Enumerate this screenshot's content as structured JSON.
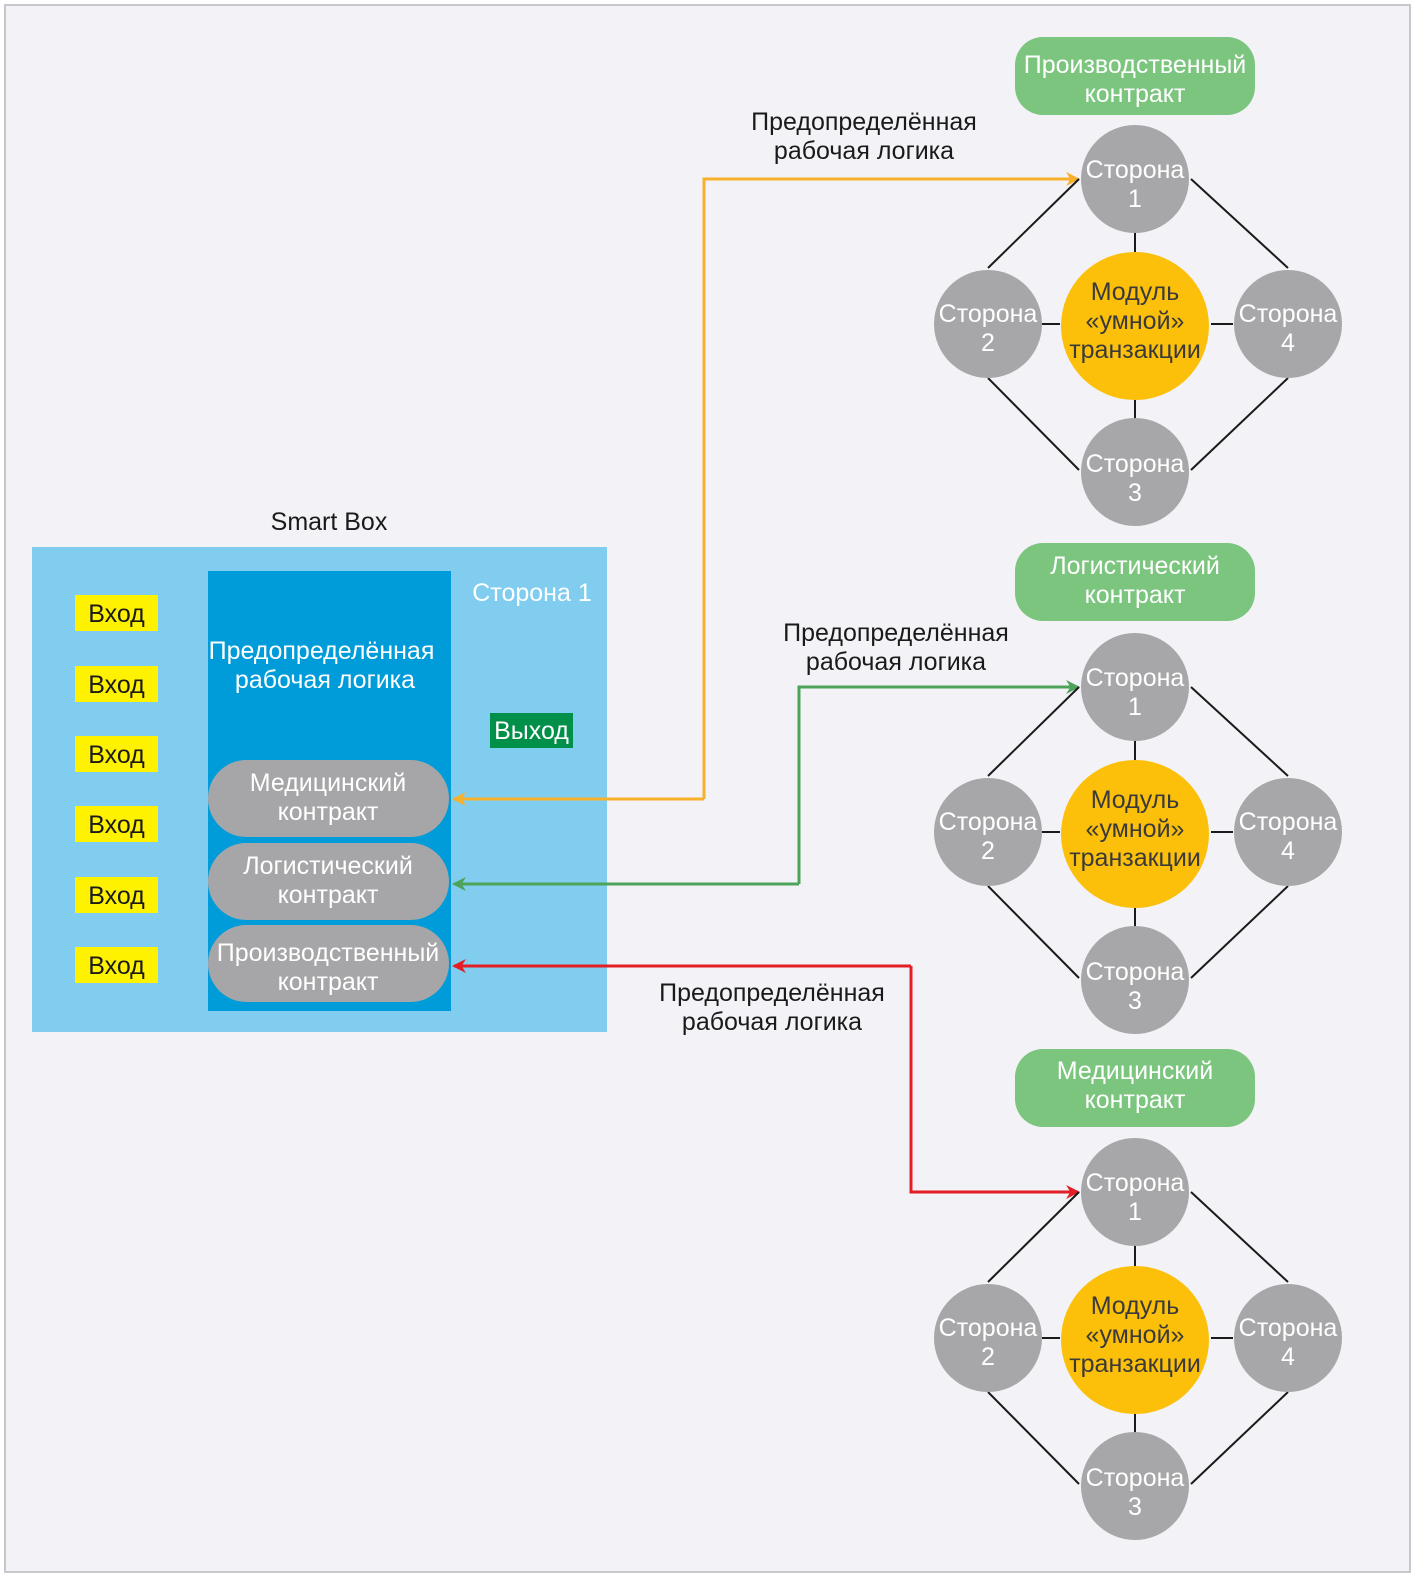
{
  "colors": {
    "background": "#f3f3f7",
    "frame": "#c8c8cc",
    "smartbox_light": "#80cdef",
    "smartbox_dark": "#009cda",
    "input_badge": "#fff200",
    "output_badge": "#00904a",
    "contract_pill": "#a6a6a8",
    "party_node": "#a7a7a9",
    "module_node": "#fcc00b",
    "title_pill": "#7bc57f",
    "arrow_orange": "#f7b02a",
    "arrow_green": "#4ea35a",
    "arrow_red": "#e31e24"
  },
  "smart_box": {
    "title": "Smart Box",
    "party_label": "Сторона 1",
    "logic_label": [
      "Предопределённая",
      "рабочая логика"
    ],
    "inputs": [
      "Вход",
      "Вход",
      "Вход",
      "Вход",
      "Вход",
      "Вход"
    ],
    "output": "Выход",
    "contracts": [
      [
        "Медицинский",
        "контракт"
      ],
      [
        "Логистический",
        "контракт"
      ],
      [
        "Производственный",
        "контракт"
      ]
    ]
  },
  "arrow_label": [
    "Предопределённая",
    "рабочая логика"
  ],
  "clusters": [
    {
      "title": [
        "Производственный",
        "контракт"
      ],
      "module": [
        "Модуль",
        "«умной»",
        "транзакции"
      ],
      "parties": [
        [
          "Сторона",
          "1"
        ],
        [
          "Сторона",
          "2"
        ],
        [
          "Сторона",
          "3"
        ],
        [
          "Сторона",
          "4"
        ]
      ]
    },
    {
      "title": [
        "Логистический",
        "контракт"
      ],
      "module": [
        "Модуль",
        "«умной»",
        "транзакции"
      ],
      "parties": [
        [
          "Сторона",
          "1"
        ],
        [
          "Сторона",
          "2"
        ],
        [
          "Сторона",
          "3"
        ],
        [
          "Сторона",
          "4"
        ]
      ]
    },
    {
      "title": [
        "Медицинский",
        "контракт"
      ],
      "module": [
        "Модуль",
        "«умной»",
        "транзакции"
      ],
      "parties": [
        [
          "Сторона",
          "1"
        ],
        [
          "Сторона",
          "2"
        ],
        [
          "Сторона",
          "3"
        ],
        [
          "Сторона",
          "4"
        ]
      ]
    }
  ]
}
